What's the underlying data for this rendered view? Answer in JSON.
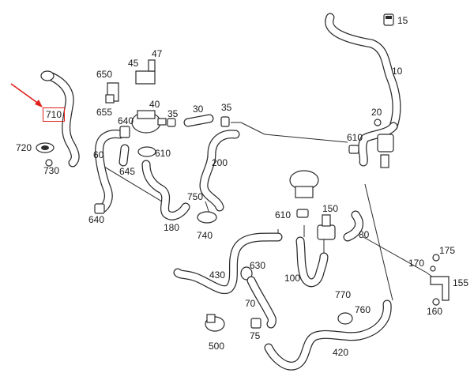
{
  "highlight_color": "#e0201b",
  "highlighted_part": "710",
  "callouts": {
    "p15": "15",
    "p10": "10",
    "p47": "47",
    "p45": "45",
    "p650": "650",
    "p655": "655",
    "p40": "40",
    "p35a": "35",
    "p30": "30",
    "p35b": "35",
    "p20": "20",
    "p710": "710",
    "p640a": "640",
    "p610a": "610",
    "p720": "720",
    "p730": "730",
    "p60": "60",
    "p645": "645",
    "p200": "200",
    "p610b": "610",
    "p750": "750",
    "p640b": "640",
    "p180": "180",
    "p740": "740",
    "p610c": "610",
    "p150": "150",
    "p80": "80",
    "p175": "175",
    "p170": "170",
    "p155": "155",
    "p160": "160",
    "p430": "430",
    "p630": "630",
    "p100": "100",
    "p70": "70",
    "p770": "770",
    "p760": "760",
    "p75": "75",
    "p500": "500",
    "p420": "420"
  }
}
